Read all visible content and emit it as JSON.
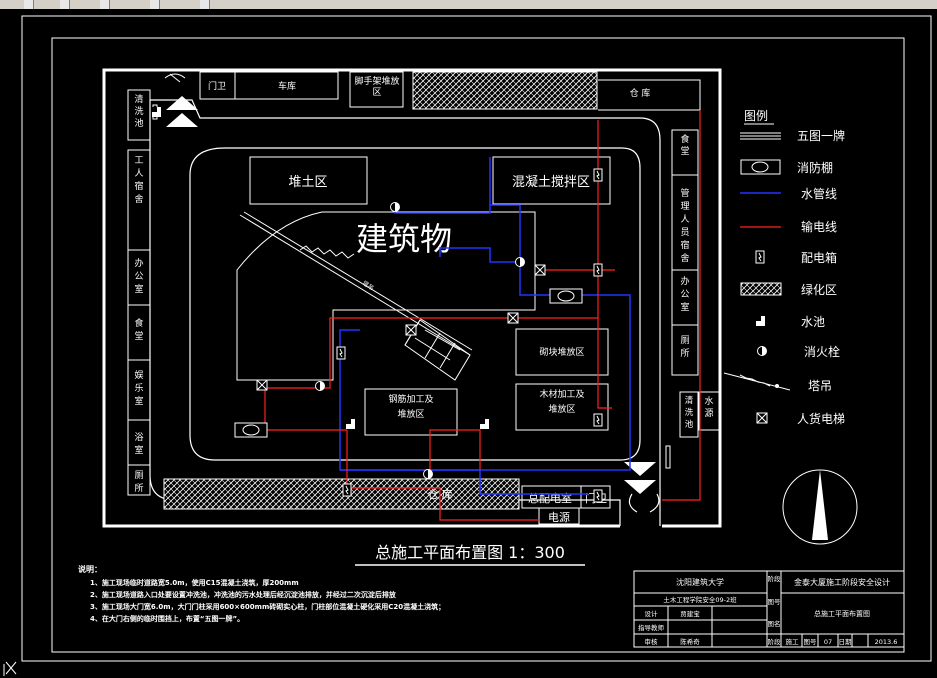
{
  "colors": {
    "bg": "#000000",
    "line": "#ffffff",
    "water": "#2233ff",
    "power": "#ff2020"
  },
  "plan": {
    "labels": {
      "gate_guard_top": "门卫",
      "garage": "车库",
      "scaffold": "脚手架堆放区",
      "warehouse_top": "仓 库",
      "wash_left": "清洗池",
      "dorm_left": "工人宿舍",
      "office_left": "办公室",
      "canteen_left": "食堂",
      "recreation": "娱乐室",
      "bath": "浴室",
      "toilet_left": "厕所",
      "soil": "堆土区",
      "mixing": "混凝土搅拌区",
      "building": "建筑物",
      "crane_note": "塔吊",
      "brick": "砌块堆放区",
      "rebar": "钢筋加工及堆放区",
      "wood": "木材加工及堆放区",
      "canteen_right": "食堂",
      "mgmt_dorm": "管理人员宿舍",
      "office_right": "办公室",
      "toilet_right": "厕所",
      "wash_right": "清洗池",
      "water_source": "水源",
      "warehouse_bottom": "仓 库",
      "power_room": "总配电室",
      "gate_guard_bottom": "门卫",
      "power_source": "电源"
    }
  },
  "legend": {
    "title": "图例",
    "items": [
      {
        "label": "五图一牌"
      },
      {
        "label": "消防棚"
      },
      {
        "label": "水管线"
      },
      {
        "label": "输电线"
      },
      {
        "label": "配电箱"
      },
      {
        "label": "绿化区"
      },
      {
        "label": "水池"
      },
      {
        "label": "消火栓"
      },
      {
        "label": "塔吊"
      },
      {
        "label": "人货电梯"
      }
    ]
  },
  "drawing_title": "总施工平面布置图 1：300",
  "notes": {
    "heading": "说明：",
    "lines": [
      "1、施工现场临时道路宽5.0m，使用C15混凝土浇筑，厚200mm",
      "2、施工现场道路入口处要设置冲洗池，冲洗池的污水处理后经沉淀池排放，并经过二次沉淀后排放",
      "3、施工现场大门宽6.0m，大门门柱采用600×600mm砖砌实心柱，门柱部位混凝土硬化采用C20混凝土浇筑；",
      "4、在大门右侧的临时围挡上，布置“五图一牌”。"
    ]
  },
  "title_block": {
    "school": "沈阳建筑大学",
    "class_label": "土木工程学院安全09-2班",
    "project": "金泰大厦施工阶段安全设计",
    "drawing_name": "总施工平面布置图",
    "r1": "设计",
    "r1v": "贾建宝",
    "r2": "指导教师",
    "r3": "审核",
    "r3v": "陈希奇",
    "c_jd": "阶段",
    "c_tu": "图号",
    "c_mc": "图名",
    "bottom": [
      "阶段",
      "施工",
      "图号",
      "07",
      "日期",
      "2013.6"
    ]
  }
}
